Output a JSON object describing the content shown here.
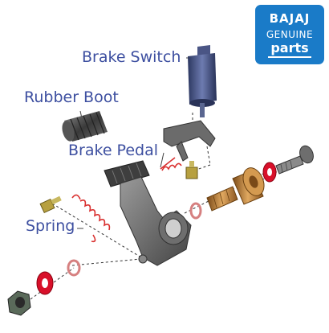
{
  "labels": {
    "brake_switch": "Brake Switch",
    "rubber_boot": "Rubber Boot",
    "brake_pedal": "Brake Pedal",
    "spring": "Spring"
  },
  "logo": {
    "brand": "BAJAJ",
    "genuine": "GENUINE",
    "parts": "parts"
  },
  "colors": {
    "label_text": "#3d4fa0",
    "logo_bg": "#1a7bc8",
    "washer_red": "#d8102a",
    "bushing_brass": "#b87a2c",
    "spring_red": "#d9302f",
    "metal_dark": "#5a5a5a",
    "switch_blue": "#3b4a78"
  }
}
